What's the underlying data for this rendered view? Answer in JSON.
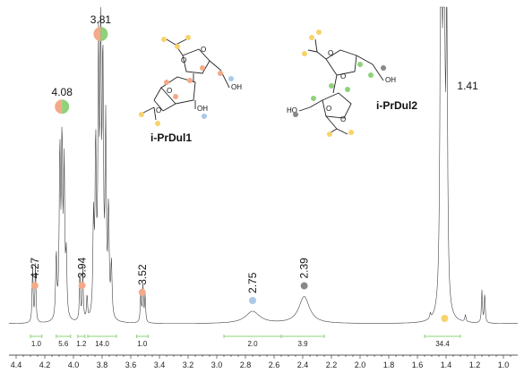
{
  "chart_data": {
    "type": "line",
    "xlim": [
      4.45,
      0.9
    ],
    "x_ticks": [
      "4.4",
      "4.2",
      "4.0",
      "3.8",
      "3.6",
      "3.4",
      "3.2",
      "3.0",
      "2.8",
      "2.6",
      "2.4",
      "2.2",
      "2.0",
      "1.8",
      "1.6",
      "1.4",
      "1.2",
      "1.0"
    ],
    "peak_labels": [
      {
        "x": 3.81,
        "label": "3.81",
        "dots": [
          "#f4a988",
          "#8fd17a"
        ],
        "orientation": "horizontal"
      },
      {
        "x": 4.08,
        "label": "4.08",
        "dots": [
          "#f4a988",
          "#8fd17a"
        ],
        "orientation": "horizontal"
      },
      {
        "x": 4.27,
        "label": "4.27",
        "dots": [
          "#f4a988"
        ],
        "orientation": "vertical"
      },
      {
        "x": 3.94,
        "label": "3.94",
        "dots": [
          "#f4a988"
        ],
        "orientation": "vertical"
      },
      {
        "x": 3.52,
        "label": "3.52",
        "dots": [
          "#f4a988"
        ],
        "orientation": "vertical"
      },
      {
        "x": 2.75,
        "label": "2.75",
        "dots": [
          "#a9c8ea"
        ],
        "orientation": "vertical"
      },
      {
        "x": 2.39,
        "label": "2.39",
        "dots": [
          "#888888"
        ],
        "orientation": "vertical"
      },
      {
        "x": 1.41,
        "label": "1.41",
        "dots": [
          "#f6d36b"
        ],
        "orientation": "horizontal"
      }
    ],
    "integrals": [
      {
        "from": 4.3,
        "to": 4.22,
        "value": "1.0"
      },
      {
        "from": 4.12,
        "to": 4.02,
        "value": "5.6"
      },
      {
        "from": 3.97,
        "to": 3.92,
        "value": "1.2"
      },
      {
        "from": 3.9,
        "to": 3.7,
        "value": "14.0"
      },
      {
        "from": 3.56,
        "to": 3.48,
        "value": "1.0"
      },
      {
        "from": 2.95,
        "to": 2.55,
        "value": "2.0"
      },
      {
        "from": 2.55,
        "to": 2.25,
        "value": "3.9"
      },
      {
        "from": 1.55,
        "to": 1.3,
        "value": "34.4"
      }
    ],
    "series": [
      {
        "baseline": true,
        "peaks": [
          {
            "x": 4.285,
            "h": 0.21,
            "w": 0.004
          },
          {
            "x": 4.265,
            "h": 0.22,
            "w": 0.004
          },
          {
            "x": 4.12,
            "h": 0.24,
            "w": 0.005
          },
          {
            "x": 4.095,
            "h": 0.62,
            "w": 0.005
          },
          {
            "x": 4.08,
            "h": 0.64,
            "w": 0.005
          },
          {
            "x": 4.065,
            "h": 0.55,
            "w": 0.005
          },
          {
            "x": 4.05,
            "h": 0.22,
            "w": 0.005
          },
          {
            "x": 3.955,
            "h": 0.18,
            "w": 0.004
          },
          {
            "x": 3.935,
            "h": 0.2,
            "w": 0.004
          },
          {
            "x": 3.905,
            "h": 0.09,
            "w": 0.004
          },
          {
            "x": 3.86,
            "h": 0.35,
            "w": 0.005
          },
          {
            "x": 3.845,
            "h": 0.63,
            "w": 0.005
          },
          {
            "x": 3.825,
            "h": 0.95,
            "w": 0.005
          },
          {
            "x": 3.81,
            "h": 1.0,
            "w": 0.005
          },
          {
            "x": 3.795,
            "h": 0.92,
            "w": 0.005
          },
          {
            "x": 3.775,
            "h": 0.7,
            "w": 0.005
          },
          {
            "x": 3.755,
            "h": 0.4,
            "w": 0.005
          },
          {
            "x": 3.735,
            "h": 0.2,
            "w": 0.005
          },
          {
            "x": 3.53,
            "h": 0.12,
            "w": 0.004
          },
          {
            "x": 3.515,
            "h": 0.14,
            "w": 0.004
          },
          {
            "x": 3.5,
            "h": 0.1,
            "w": 0.004
          },
          {
            "x": 2.75,
            "h": 0.045,
            "w": 0.06
          },
          {
            "x": 2.39,
            "h": 0.1,
            "w": 0.045
          },
          {
            "x": 1.435,
            "h": 2.0,
            "w": 0.006
          },
          {
            "x": 1.415,
            "h": 2.0,
            "w": 0.006
          },
          {
            "x": 1.395,
            "h": 1.1,
            "w": 0.006
          },
          {
            "x": 1.51,
            "h": 0.02,
            "w": 0.004
          },
          {
            "x": 1.265,
            "h": 0.025,
            "w": 0.005
          },
          {
            "x": 1.15,
            "h": 0.12,
            "w": 0.004
          },
          {
            "x": 1.13,
            "h": 0.11,
            "w": 0.004
          }
        ]
      }
    ]
  },
  "compounds": [
    {
      "name": "i-PrDul1"
    },
    {
      "name": "i-PrDul2"
    }
  ],
  "structure_labels": {
    "o": "O",
    "oh": "OH",
    "ho": "HO"
  },
  "colors": {
    "orange": "#f4a988",
    "green": "#8fd17a",
    "blue": "#a9c8ea",
    "gray": "#888888",
    "yellow": "#f6d36b",
    "integral": "#8fd17a"
  }
}
